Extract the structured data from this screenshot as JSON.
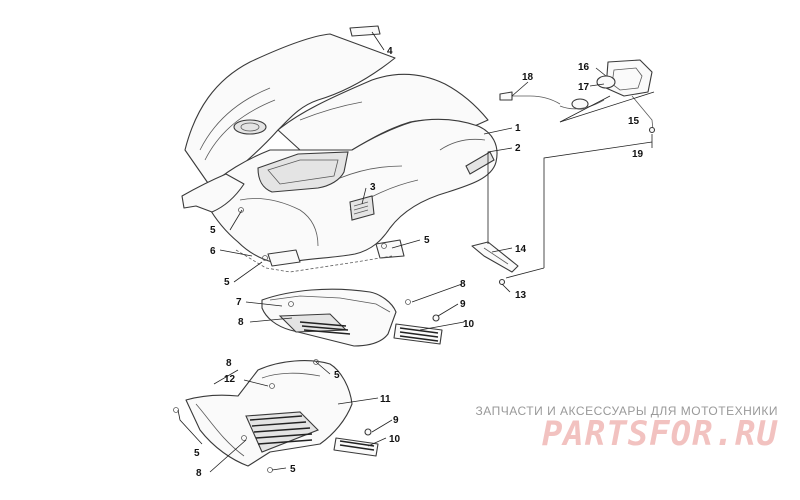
{
  "watermark": {
    "tagline": "ЗАПЧАСТИ И АКСЕССУАРЫ ДЛЯ МОТОТЕХНИКИ",
    "logo_text": "PARTSFOR.RU",
    "tagline_color": "#999999",
    "logo_color": "#f2c2c0"
  },
  "callouts": [
    {
      "id": "c1",
      "label": "1"
    },
    {
      "id": "c2",
      "label": "2"
    },
    {
      "id": "c3",
      "label": "3"
    },
    {
      "id": "c4",
      "label": "4"
    },
    {
      "id": "c5a",
      "label": "5"
    },
    {
      "id": "c5b",
      "label": "5"
    },
    {
      "id": "c5c",
      "label": "5"
    },
    {
      "id": "c5d",
      "label": "5"
    },
    {
      "id": "c5e",
      "label": "5"
    },
    {
      "id": "c5f",
      "label": "5"
    },
    {
      "id": "c6",
      "label": "6"
    },
    {
      "id": "c7",
      "label": "7"
    },
    {
      "id": "c8a",
      "label": "8"
    },
    {
      "id": "c8b",
      "label": "8"
    },
    {
      "id": "c8c",
      "label": "8"
    },
    {
      "id": "c8d",
      "label": "8"
    },
    {
      "id": "c9a",
      "label": "9"
    },
    {
      "id": "c9b",
      "label": "9"
    },
    {
      "id": "c10a",
      "label": "10"
    },
    {
      "id": "c10b",
      "label": "10"
    },
    {
      "id": "c11",
      "label": "11"
    },
    {
      "id": "c12",
      "label": "12"
    },
    {
      "id": "c13",
      "label": "13"
    },
    {
      "id": "c14",
      "label": "14"
    },
    {
      "id": "c15",
      "label": "15"
    },
    {
      "id": "c16",
      "label": "16"
    },
    {
      "id": "c17",
      "label": "17"
    },
    {
      "id": "c18",
      "label": "18"
    },
    {
      "id": "c19",
      "label": "19"
    }
  ]
}
